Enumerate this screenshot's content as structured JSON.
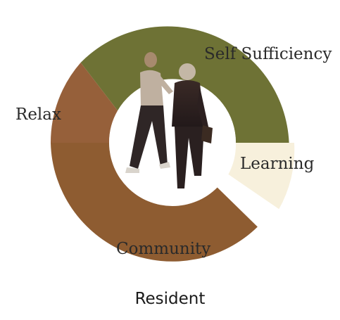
{
  "segments": [
    {
      "key": "self",
      "label": "Self Sufficiency",
      "color": "#6e7235"
    },
    {
      "key": "learning",
      "label": "Learning",
      "color": "#f7f0dc"
    },
    {
      "key": "community",
      "label": "Community",
      "color": "#8e5c31"
    },
    {
      "key": "relax",
      "label": "Relax",
      "color": "#96603a"
    }
  ],
  "center_image": "photo of two older adults walking arm in arm",
  "caption": "Resident"
}
